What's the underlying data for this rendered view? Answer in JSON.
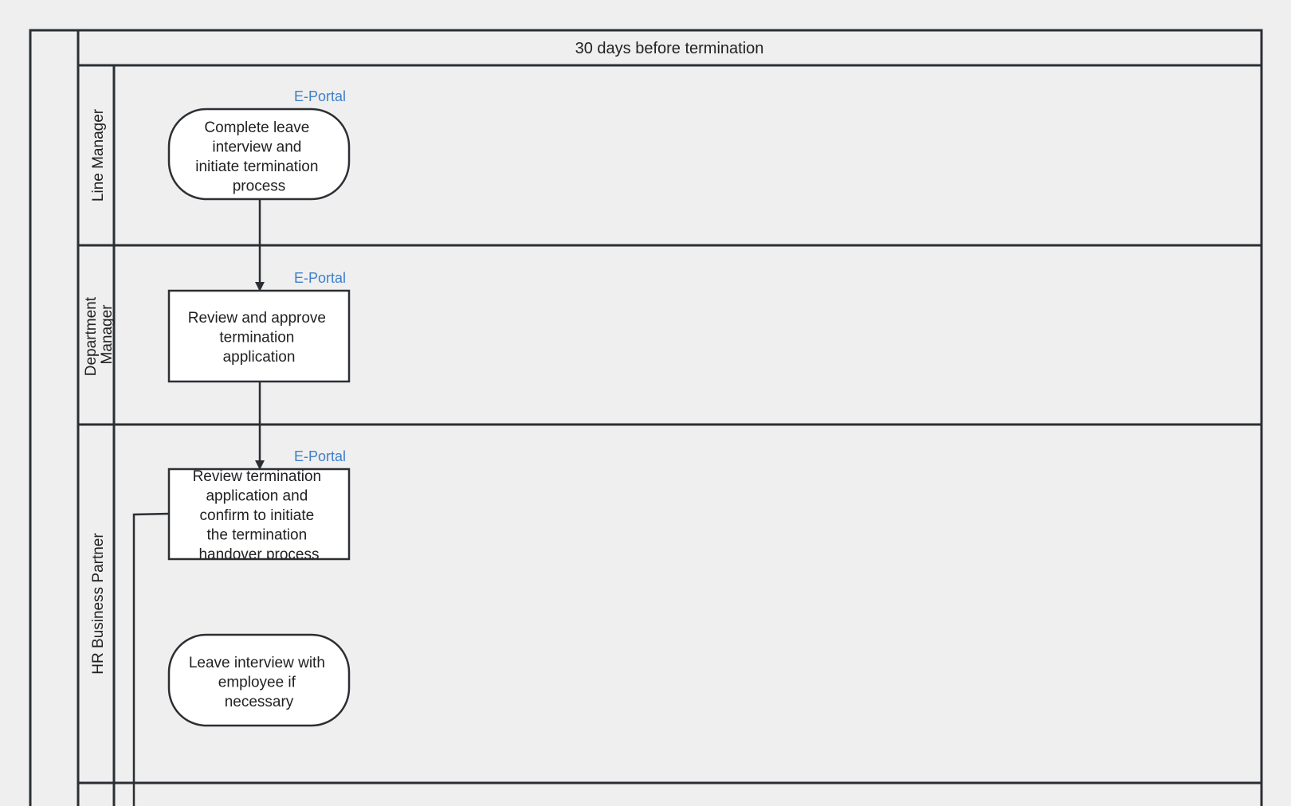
{
  "colors": {
    "background": "#efefef",
    "stroke": "#2b2f33",
    "tag": "#3f7fc8",
    "text": "#222222"
  },
  "phase": {
    "title": "30 days before termination"
  },
  "lanes": [
    {
      "id": "line-manager",
      "label_lines": [
        "Line Manager"
      ]
    },
    {
      "id": "department-manager",
      "label_lines": [
        "Department",
        "Manager"
      ]
    },
    {
      "id": "hr-business-partner",
      "label_lines": [
        "HR Business Partner"
      ]
    }
  ],
  "nodes": {
    "complete_leave": {
      "shape": "rounded",
      "tag": "E-Portal",
      "lines": [
        "Complete leave",
        "interview and",
        "initiate termination",
        "process"
      ]
    },
    "review_approve": {
      "shape": "rect",
      "tag": "E-Portal",
      "lines": [
        "Review and approve",
        "termination",
        "application"
      ]
    },
    "review_termination": {
      "shape": "rect",
      "tag": "E-Portal",
      "lines": [
        "Review termination",
        "application and",
        "confirm to initiate",
        "the termination",
        "handover process"
      ]
    },
    "leave_interview": {
      "shape": "rounded",
      "tag": "",
      "lines": [
        "Leave interview with",
        "employee if",
        "necessary"
      ]
    }
  }
}
